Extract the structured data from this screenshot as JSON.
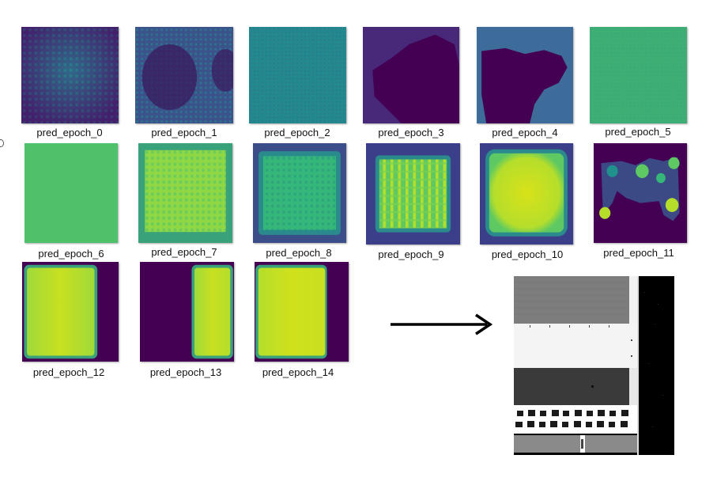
{
  "thumbnails": [
    {
      "label": "pred_epoch_0"
    },
    {
      "label": "pred_epoch_1"
    },
    {
      "label": "pred_epoch_2"
    },
    {
      "label": "pred_epoch_3"
    },
    {
      "label": "pred_epoch_4"
    },
    {
      "label": "pred_epoch_5"
    },
    {
      "label": "pred_epoch_6"
    },
    {
      "label": "pred_epoch_7"
    },
    {
      "label": "pred_epoch_8"
    },
    {
      "label": "pred_epoch_9"
    },
    {
      "label": "pred_epoch_10"
    },
    {
      "label": "pred_epoch_11"
    },
    {
      "label": "pred_epoch_12"
    },
    {
      "label": "pred_epoch_13"
    },
    {
      "label": "pred_epoch_14"
    }
  ],
  "arrow_icon": "right-arrow-icon",
  "target_image": "ground-truth-grayscale-image",
  "colors": {
    "viridis_dark": "#440154",
    "viridis_blue": "#3b528b",
    "viridis_teal": "#21918c",
    "viridis_green": "#5ec962",
    "viridis_yellow": "#fde725"
  }
}
